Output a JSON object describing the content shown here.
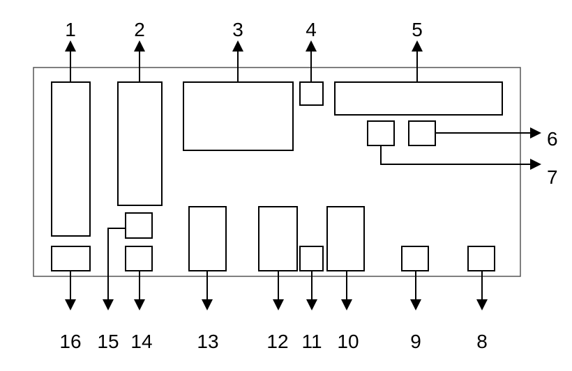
{
  "labels": {
    "l1": "1",
    "l2": "2",
    "l3": "3",
    "l4": "4",
    "l5": "5",
    "l6": "6",
    "l7": "7",
    "l8": "8",
    "l9": "9",
    "l10": "10",
    "l11": "11",
    "l12": "12",
    "l13": "13",
    "l14": "14",
    "l15": "15",
    "l16": "16"
  },
  "colors": {
    "stroke": "#000000",
    "frame": "#555555",
    "background": "#ffffff"
  }
}
